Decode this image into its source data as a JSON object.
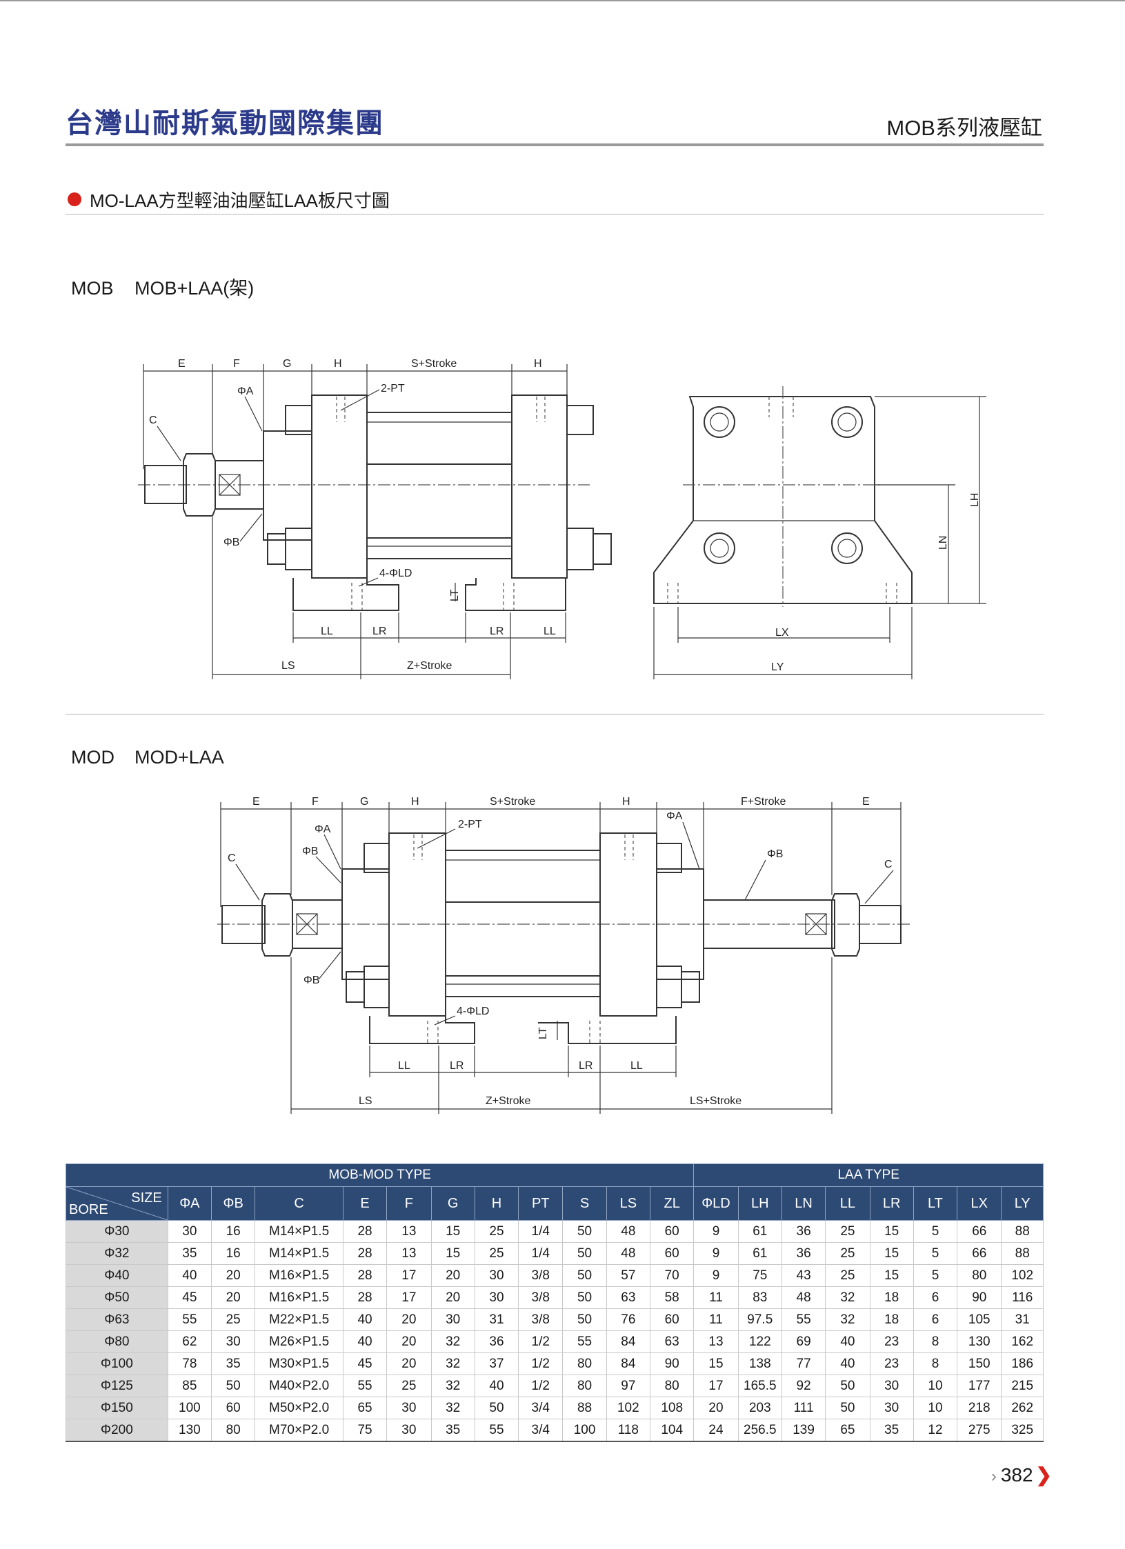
{
  "header": {
    "brand": "台灣山耐斯氣動國際集團",
    "series": "MOB系列液壓缸"
  },
  "section": {
    "title": "MO-LAA方型輕油油壓缸LAA板尺寸圖"
  },
  "drawings": {
    "mob": {
      "code": "MOB",
      "caption": "MOB+LAA(架)",
      "labels": {
        "e": "E",
        "f": "F",
        "g": "G",
        "h1": "H",
        "stroke": "S+Stroke",
        "h2": "H",
        "phi_a": "ΦA",
        "pt": "2-PT",
        "c": "C",
        "phi_b": "ΦB",
        "ld": "4-ΦLD",
        "lt": "LT",
        "ll1": "LL",
        "lr1": "LR",
        "lr2": "LR",
        "ll2": "LL",
        "ls": "LS",
        "z_stroke": "Z+Stroke",
        "lh": "LH",
        "ln": "LN",
        "lx": "LX",
        "ly": "LY"
      }
    },
    "mod": {
      "code": "MOD",
      "caption": "MOD+LAA",
      "labels": {
        "e1": "E",
        "f": "F",
        "g": "G",
        "h1": "H",
        "stroke": "S+Stroke",
        "h2": "H",
        "f_stroke": "F+Stroke",
        "e2": "E",
        "phi_a1": "ΦA",
        "pt": "2-PT",
        "phi_a2": "ΦA",
        "c1": "C",
        "phi_b1": "ΦB",
        "phi_b_right": "ΦB",
        "c2": "C",
        "phi_b2": "ΦB",
        "ld": "4-ΦLD",
        "lt": "LT",
        "ll1": "LL",
        "lr1": "LR",
        "lr2": "LR",
        "ll2": "LL",
        "ls": "LS",
        "z_stroke": "Z+Stroke",
        "ls_stroke": "LS+Stroke"
      }
    }
  },
  "table": {
    "group_mob_mod": "MOB-MOD TYPE",
    "group_laa": "LAA TYPE",
    "corner_size": "SIZE",
    "corner_bore": "BORE",
    "columns": [
      "ΦA",
      "ΦB",
      "C",
      "E",
      "F",
      "G",
      "H",
      "PT",
      "S",
      "LS",
      "ZL",
      "ΦLD",
      "LH",
      "LN",
      "LL",
      "LR",
      "LT",
      "LX",
      "LY"
    ],
    "rows": [
      [
        "Φ30",
        "30",
        "16",
        "M14×P1.5",
        "28",
        "13",
        "15",
        "25",
        "1/4",
        "50",
        "48",
        "60",
        "9",
        "61",
        "36",
        "25",
        "15",
        "5",
        "66",
        "88"
      ],
      [
        "Φ32",
        "35",
        "16",
        "M14×P1.5",
        "28",
        "13",
        "15",
        "25",
        "1/4",
        "50",
        "48",
        "60",
        "9",
        "61",
        "36",
        "25",
        "15",
        "5",
        "66",
        "88"
      ],
      [
        "Φ40",
        "40",
        "20",
        "M16×P1.5",
        "28",
        "17",
        "20",
        "30",
        "3/8",
        "50",
        "57",
        "70",
        "9",
        "75",
        "43",
        "25",
        "15",
        "5",
        "80",
        "102"
      ],
      [
        "Φ50",
        "45",
        "20",
        "M16×P1.5",
        "28",
        "17",
        "20",
        "30",
        "3/8",
        "50",
        "63",
        "58",
        "11",
        "83",
        "48",
        "32",
        "18",
        "6",
        "90",
        "116"
      ],
      [
        "Φ63",
        "55",
        "25",
        "M22×P1.5",
        "40",
        "20",
        "30",
        "31",
        "3/8",
        "50",
        "76",
        "60",
        "11",
        "97.5",
        "55",
        "32",
        "18",
        "6",
        "105",
        "31"
      ],
      [
        "Φ80",
        "62",
        "30",
        "M26×P1.5",
        "40",
        "20",
        "32",
        "36",
        "1/2",
        "55",
        "84",
        "63",
        "13",
        "122",
        "69",
        "40",
        "23",
        "8",
        "130",
        "162"
      ],
      [
        "Φ100",
        "78",
        "35",
        "M30×P1.5",
        "45",
        "20",
        "32",
        "37",
        "1/2",
        "80",
        "84",
        "90",
        "15",
        "138",
        "77",
        "40",
        "23",
        "8",
        "150",
        "186"
      ],
      [
        "Φ125",
        "85",
        "50",
        "M40×P2.0",
        "55",
        "25",
        "32",
        "40",
        "1/2",
        "80",
        "97",
        "80",
        "17",
        "165.5",
        "92",
        "50",
        "30",
        "10",
        "177",
        "215"
      ],
      [
        "Φ150",
        "100",
        "60",
        "M50×P2.0",
        "65",
        "30",
        "32",
        "50",
        "3/4",
        "88",
        "102",
        "108",
        "20",
        "203",
        "111",
        "50",
        "30",
        "10",
        "218",
        "262"
      ],
      [
        "Φ200",
        "130",
        "80",
        "M70×P2.0",
        "75",
        "30",
        "35",
        "55",
        "3/4",
        "100",
        "118",
        "104",
        "24",
        "256.5",
        "139",
        "65",
        "35",
        "12",
        "275",
        "325"
      ]
    ]
  },
  "footer": {
    "page_number": "382",
    "prev_glyph": "›",
    "next_glyph": "❯"
  }
}
